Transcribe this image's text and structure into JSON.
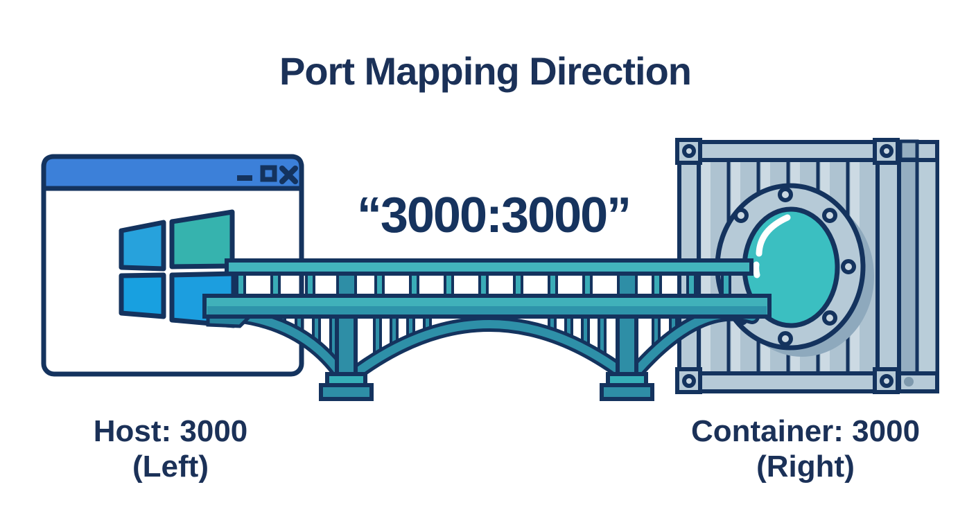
{
  "title": "Port Mapping Direction",
  "diagram": {
    "mapping_text": "“3000:3000”",
    "host_label_line1": "Host: 3000",
    "host_label_line2": "(Left)",
    "container_label_line1": "Container: 3000",
    "container_label_line2": "(Right)"
  },
  "icons": [
    "host-window-icon",
    "windows-logo-icon",
    "minimize-icon",
    "maximize-icon",
    "close-icon",
    "bridge-icon",
    "container-icon",
    "porthole-icon"
  ],
  "colors": {
    "text_navy": "#1b3158",
    "outline_navy": "#14335e",
    "titlebar_blue": "#3c80d9",
    "logo_blue": "#1ba0e0",
    "logo_teal": "#36b3ae",
    "bridge_teal_light": "#43b4bd",
    "bridge_teal_mid": "#2f98ad",
    "bridge_teal_dark": "#2e8ea6",
    "container_body": "#b9cdd9",
    "container_panel_light": "#ccdae3",
    "container_panel_mid": "#aec3d1",
    "container_side_dark": "#95aec1",
    "porthole_glass": "#3bbfc1",
    "background": "#ffffff"
  }
}
